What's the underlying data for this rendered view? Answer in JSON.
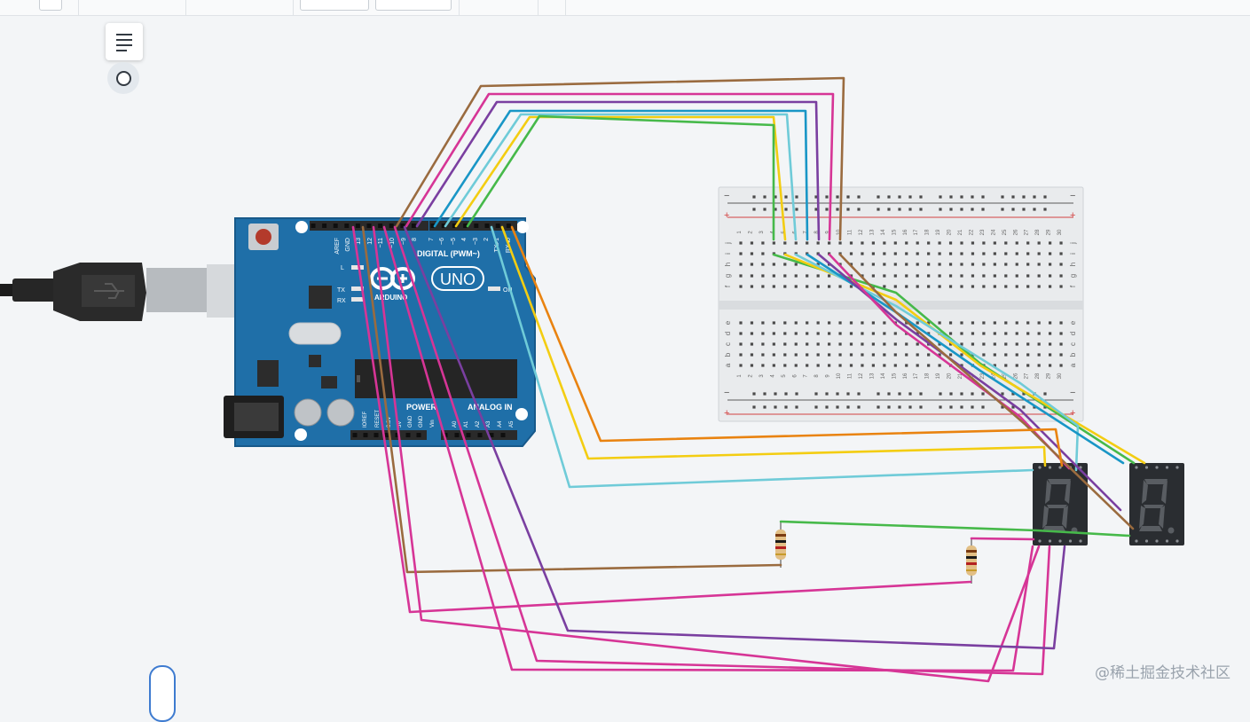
{
  "toolbar": {},
  "arduino": {
    "logo": "UNO",
    "brand": "ARDUINO",
    "digital_label": "DIGITAL (PWM~)",
    "power_label": "POWER",
    "analog_label": "ANALOG IN",
    "led_l": "L",
    "led_tx": "TX",
    "led_rx": "RX",
    "led_on": "ON",
    "top_pin_labels": [
      "AREF",
      "GND",
      "13",
      "12",
      "~11",
      "~10",
      "~9",
      "8",
      "7",
      "~6",
      "~5",
      "4",
      "~3",
      "2",
      "TX▸1",
      "RX◂0"
    ],
    "bottom_pin_labels": [
      "IOREF",
      "RESET",
      "3.3V",
      "5V",
      "GND",
      "GND",
      "Vin",
      "A0",
      "A1",
      "A2",
      "A3",
      "A4",
      "A5"
    ]
  },
  "breadboard": {
    "rail_plus": "+",
    "rail_minus": "−",
    "row_letters_top": [
      "j",
      "i",
      "h",
      "g",
      "f"
    ],
    "row_letters_bottom": [
      "e",
      "d",
      "c",
      "b",
      "a"
    ],
    "columns": [
      "1",
      "2",
      "3",
      "4",
      "5",
      "6",
      "7",
      "8",
      "9",
      "10",
      "11",
      "12",
      "13",
      "14",
      "15",
      "16",
      "17",
      "18",
      "19",
      "20",
      "21",
      "22",
      "23",
      "24",
      "25",
      "26",
      "27",
      "28",
      "29",
      "30"
    ]
  },
  "colors": {
    "board_blue": "#1f6fa8",
    "wire_brown": "#9a6b3f",
    "wire_magenta": "#d63596",
    "wire_purple": "#7a3fa0",
    "wire_blue": "#1996c6",
    "wire_lightblue": "#6fcbd8",
    "wire_yellow": "#f3cd12",
    "wire_green": "#46b94a",
    "wire_orange": "#e98310",
    "display_body": "#2a2d31"
  },
  "watermark": "@稀土掘金技术社区"
}
